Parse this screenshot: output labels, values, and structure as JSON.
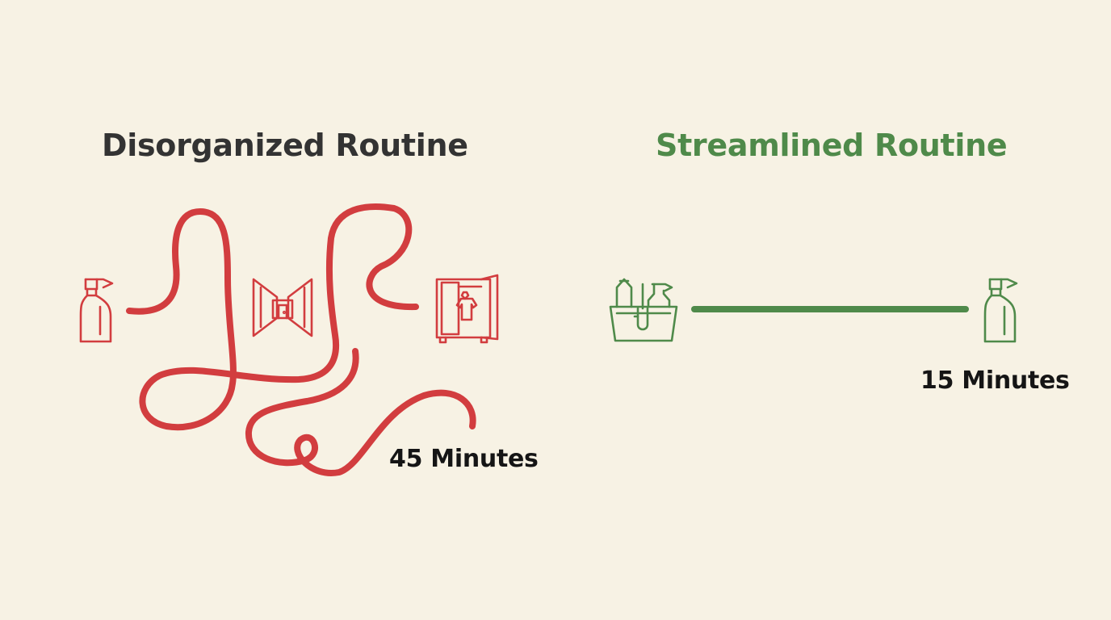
{
  "colors": {
    "background": "#f7f2e4",
    "disorganized": "#d23d3f",
    "streamlined": "#4f8a4a",
    "title_dark": "#333333",
    "text_dark": "#151515"
  },
  "left_panel": {
    "title": "Disorganized Routine",
    "duration": "45 Minutes",
    "icons": [
      "spray-bottle-icon",
      "hallway-icon",
      "wardrobe-icon"
    ]
  },
  "right_panel": {
    "title": "Streamlined Routine",
    "duration": "15 Minutes",
    "icons": [
      "cleaning-caddy-icon",
      "spray-bottle-icon"
    ]
  }
}
